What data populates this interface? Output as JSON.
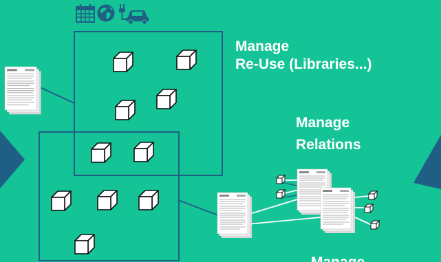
{
  "colors": {
    "background": "#14c496",
    "frame": "#1f5f86",
    "arrow": "#1f5f86",
    "cube_face": "#ffffff",
    "text": "#ffffff"
  },
  "icons": [
    "calendar-icon",
    "globe-icon",
    "electric-car-icon"
  ],
  "labels": {
    "reuse_title": "Manage",
    "reuse_subtitle": "Re-Use (Libraries...)",
    "relations_title": "Manage",
    "relations_subtitle": "Relations",
    "bottom_title": "Manage"
  }
}
